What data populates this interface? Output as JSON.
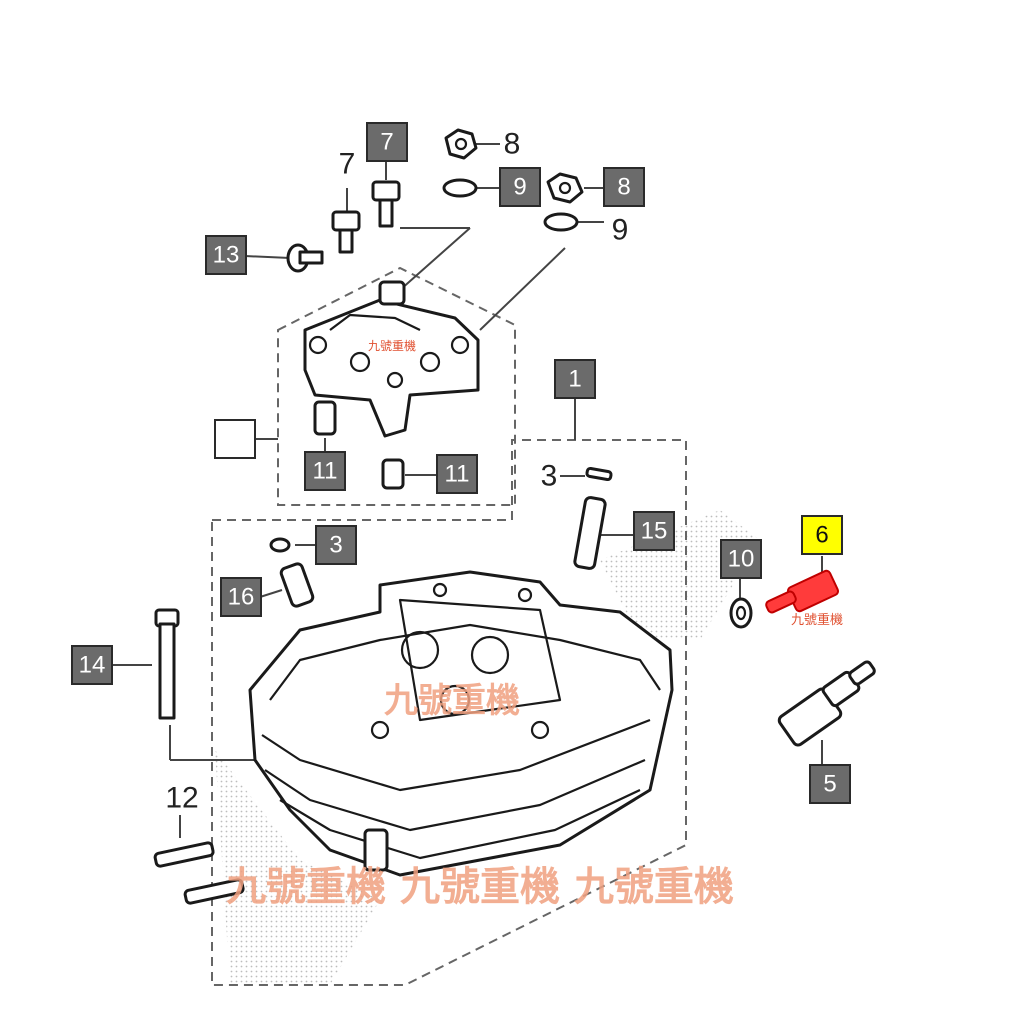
{
  "callouts": {
    "c7_box": "7",
    "c7_free": "7",
    "c8_free": "8",
    "c8_box": "8",
    "c9_box": "9",
    "c9_free": "9",
    "c13_box": "13",
    "c1_box": "1",
    "c11_box_a": "11",
    "c11_box_b": "11",
    "c3_free": "3",
    "c3_box": "3",
    "c15_box": "15",
    "c16_box": "16",
    "c14_box": "14",
    "c10_box": "10",
    "c6_box": "6",
    "c5_box": "5",
    "c12_free": "12"
  },
  "watermarks": {
    "small_top": "九號重機",
    "small_right": "九號重機",
    "center": "九號重機",
    "bottom": "九號重機 九號重機 九號重機"
  },
  "colors": {
    "callout_box": "#6b6b6b",
    "highlight_box": "#ffff00",
    "highlight_part": "#ff3b3b",
    "watermark": "#f0a080"
  }
}
